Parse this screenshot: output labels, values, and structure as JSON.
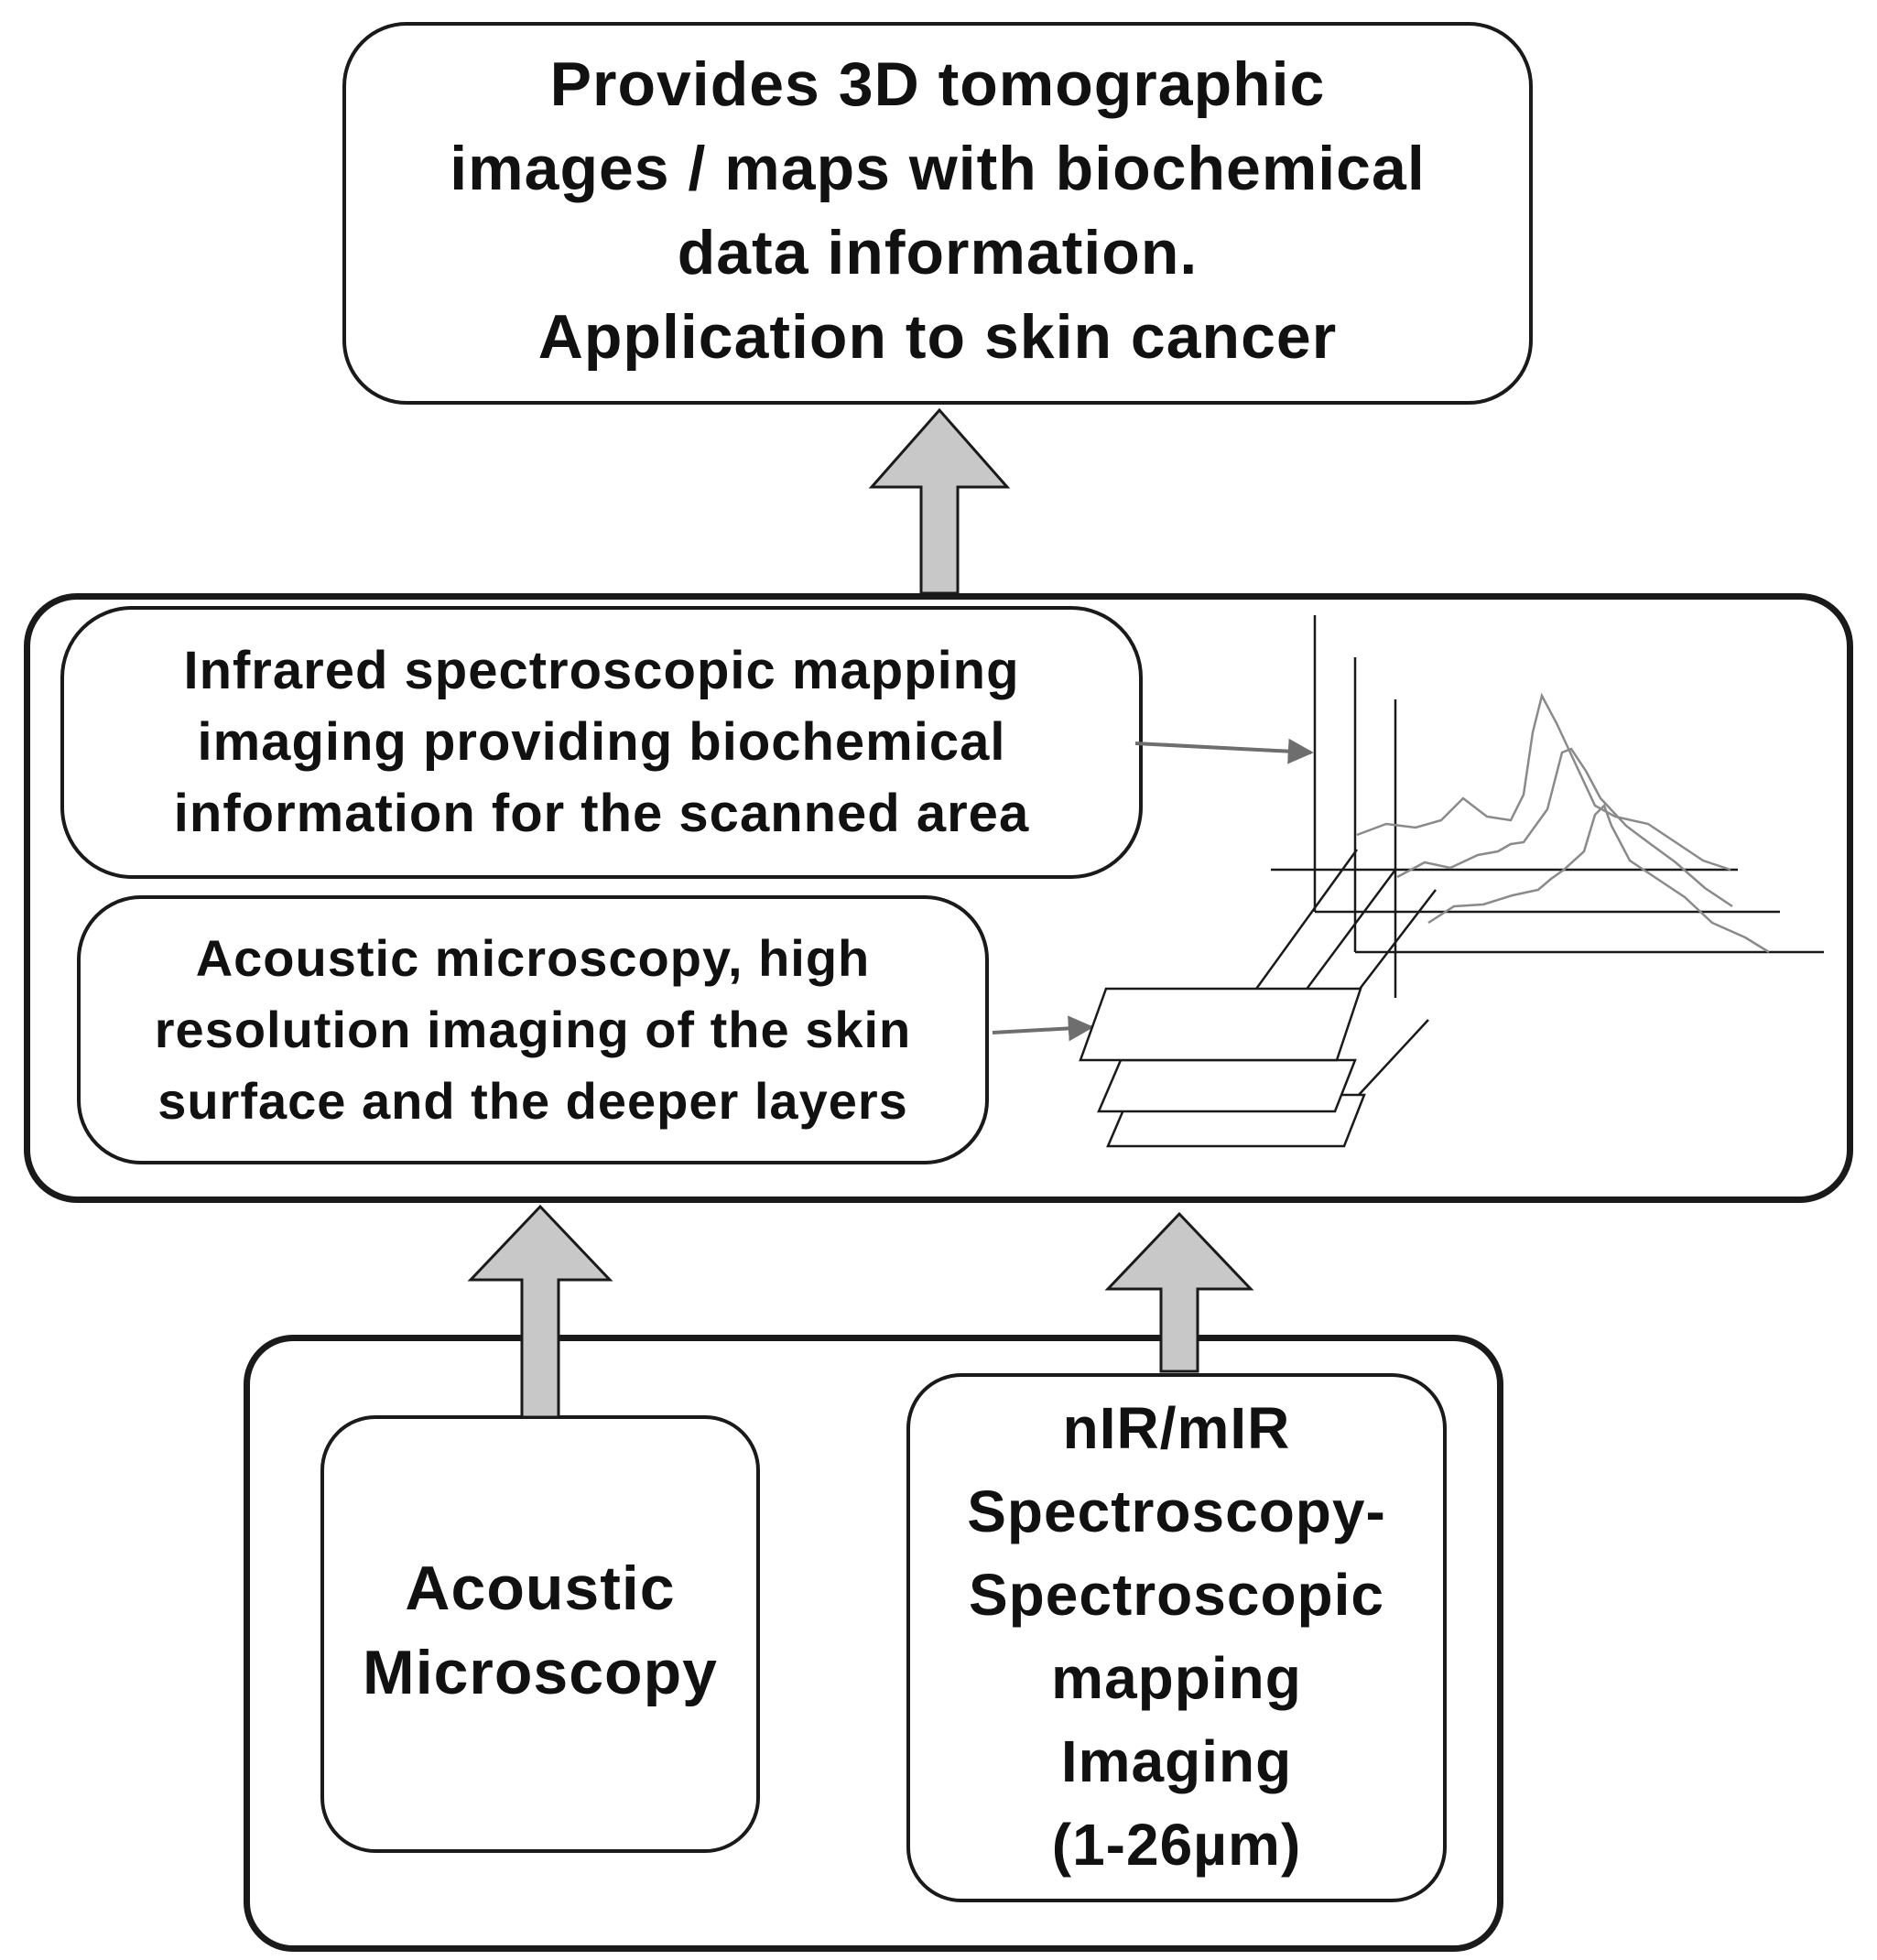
{
  "top_box": {
    "lines": [
      "Provides 3D  tomographic",
      "images / maps with biochemical",
      "data information.",
      "Application to skin cancer"
    ]
  },
  "middle_group": {
    "infrared_box": {
      "lines": [
        "Infrared spectroscopic mapping",
        "imaging providing biochemical",
        "information for the scanned area"
      ]
    },
    "acoustic_box": {
      "lines": [
        "Acoustic microscopy, high",
        "resolution imaging of the skin",
        "surface and the deeper layers"
      ]
    }
  },
  "bottom_group": {
    "acoustic_microscopy": {
      "lines": [
        "Acoustic",
        "Microscopy"
      ]
    },
    "spectroscopy": {
      "lines": [
        "nIR/mIR",
        "Spectroscopy-",
        "Spectroscopic",
        "mapping",
        "Imaging",
        "(1-26µm)"
      ]
    }
  },
  "colors": {
    "arrow_fill": "#c8c8c8",
    "outline": "#1a1a1a",
    "spectrum_line": "#8a8a8a"
  },
  "icons": {
    "flow_arrow": "up-arrow-icon",
    "spectral_map": "spectral-stack-icon",
    "image_planes": "layered-planes-icon"
  }
}
